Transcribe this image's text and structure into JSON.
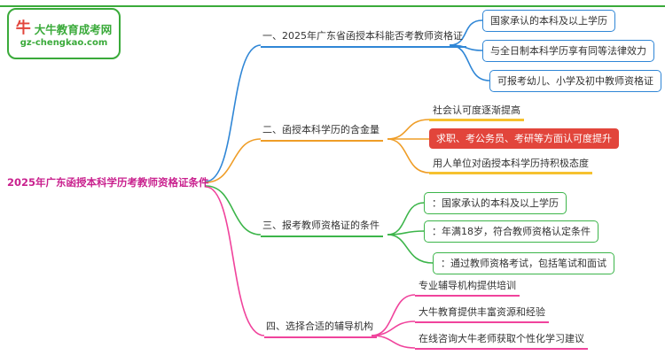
{
  "logo": {
    "title": "大牛教育成考网",
    "subtitle": "gz-chengkao.com",
    "icon": "bull-icon",
    "icon_glyph": "牛"
  },
  "colors": {
    "brand_green": "#3aaa3a",
    "root_magenta": "#c9218e",
    "branch1_blue": "#2f86d6",
    "branch2_orange": "#ef9d27",
    "branch3_green": "#3cb54a",
    "branch4_pink": "#f0439c",
    "highlight_yellow": "#f6c12f",
    "highlight_red": "#e2453b"
  },
  "root": {
    "label": "2025年广东函授本科学历考教师资格证条件",
    "color": "#c9218e"
  },
  "branches": [
    {
      "label": "一、2025年广东省函授本科能否考教师资格证",
      "color": "#2f86d6",
      "leaves": [
        {
          "text": "国家承认的本科及以上学历",
          "style": "box"
        },
        {
          "text": "与全日制本科学历享有同等法律效力",
          "style": "box"
        },
        {
          "text": "可报考幼儿、小学及初中教师资格证",
          "style": "box"
        }
      ]
    },
    {
      "label": "二、函授本科学历的含金量",
      "color": "#ef9d27",
      "leaves": [
        {
          "text": "社会认可度逐渐提高",
          "style": "underline",
          "color": "#f6c12f"
        },
        {
          "text": "求职、考公务员、考研等方面认可度提升",
          "style": "filled",
          "color": "#e2453b"
        },
        {
          "text": "用人单位对函授本科学历持积极态度",
          "style": "underline",
          "color": "#f6c12f"
        }
      ]
    },
    {
      "label": "三、报考教师资格证的条件",
      "color": "#3cb54a",
      "leaves": [
        {
          "text": "：国家承认的本科及以上学历",
          "style": "box"
        },
        {
          "text": "：年满18岁，符合教师资格认定条件",
          "style": "box"
        },
        {
          "text": "：通过教师资格考试，包括笔试和面试",
          "style": "box"
        }
      ]
    },
    {
      "label": "四、选择合适的辅导机构",
      "color": "#f0439c",
      "leaves": [
        {
          "text": "专业辅导机构提供培训",
          "style": "underline",
          "color": "#f0439c"
        },
        {
          "text": "大牛教育提供丰富资源和经验",
          "style": "underline",
          "color": "#f0439c"
        },
        {
          "text": "在线咨询大牛老师获取个性化学习建议",
          "style": "underline",
          "color": "#f0439c"
        }
      ]
    }
  ]
}
